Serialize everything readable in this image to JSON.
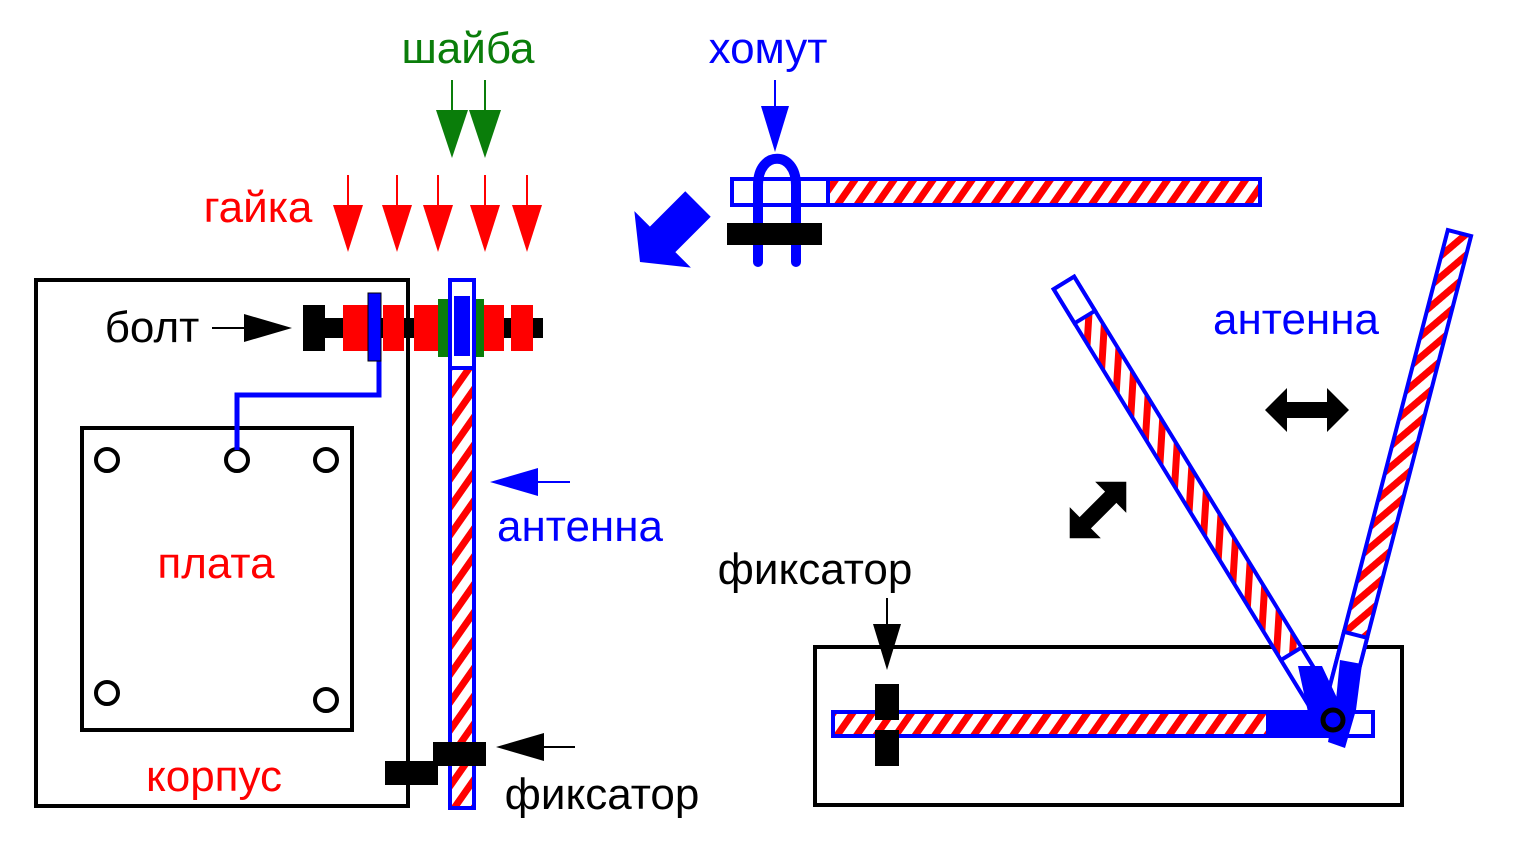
{
  "labels": {
    "washer": "шайба",
    "nut": "гайка",
    "bolt": "болт",
    "board": "плата",
    "case": "корпус",
    "antenna_left": "антенна",
    "retainer_left": "фиксатор",
    "clamp": "хомут",
    "antenna_right": "антенна",
    "retainer_right": "фиксатор"
  },
  "colors": {
    "red": "#ff0000",
    "blue": "#0000ff",
    "green": "#0a7d0a",
    "black": "#000000",
    "white": "#ffffff"
  },
  "icons": {
    "nut_arrows": "down-arrow",
    "washer_arrows": "down-arrow",
    "bolt_arrow": "right-arrow",
    "antenna_arrow": "left-arrow",
    "retainer_arrow": "left-arrow",
    "clamp_arrow": "down-arrow",
    "transition_arrow": "big-down-left-arrow",
    "swing_arrows": "double-headed-arrow",
    "mount_hole": "circle"
  }
}
